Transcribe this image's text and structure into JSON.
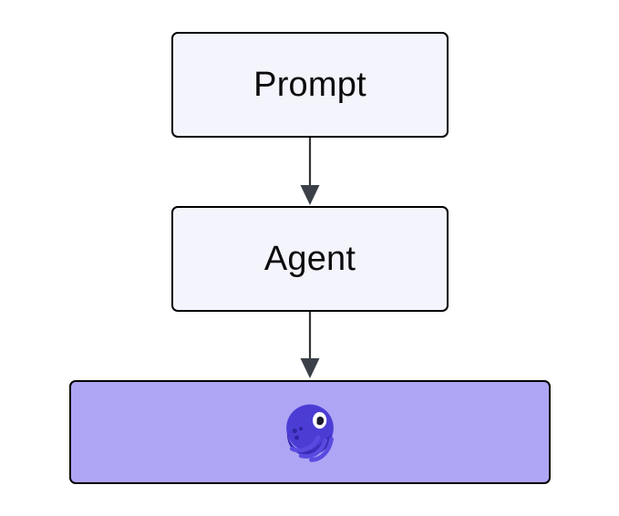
{
  "diagram": {
    "type": "flowchart",
    "direction": "top-to-bottom",
    "background_color": "#ffffff",
    "nodes": [
      {
        "id": "prompt",
        "label": "Prompt",
        "shape": "rounded-rectangle",
        "fill_color": "#f4f4fc",
        "stroke_color": "#000000"
      },
      {
        "id": "agent",
        "label": "Agent",
        "shape": "rounded-rectangle",
        "fill_color": "#f4f4fc",
        "stroke_color": "#000000"
      },
      {
        "id": "mermaid",
        "label": "",
        "icon": "mermaid-logo-icon",
        "shape": "rounded-rectangle",
        "fill_color": "#afa5f5",
        "stroke_color": "#000000"
      }
    ],
    "edges": [
      {
        "id": "prompt-to-agent",
        "from": "prompt",
        "to": "agent",
        "arrowhead": "triangle",
        "stroke_color": "#333333"
      },
      {
        "id": "agent-to-mermaid",
        "from": "agent",
        "to": "mermaid",
        "arrowhead": "triangle",
        "stroke_color": "#333333"
      }
    ],
    "icon_colors": {
      "logo_body": "#4b3dd4",
      "logo_body_shadow": "#3a2db8",
      "logo_tentacle": "#5a4be0",
      "logo_eye_white": "#ffffff",
      "logo_pupil": "#1c1a2e",
      "logo_spot": "#2e24a0"
    }
  }
}
